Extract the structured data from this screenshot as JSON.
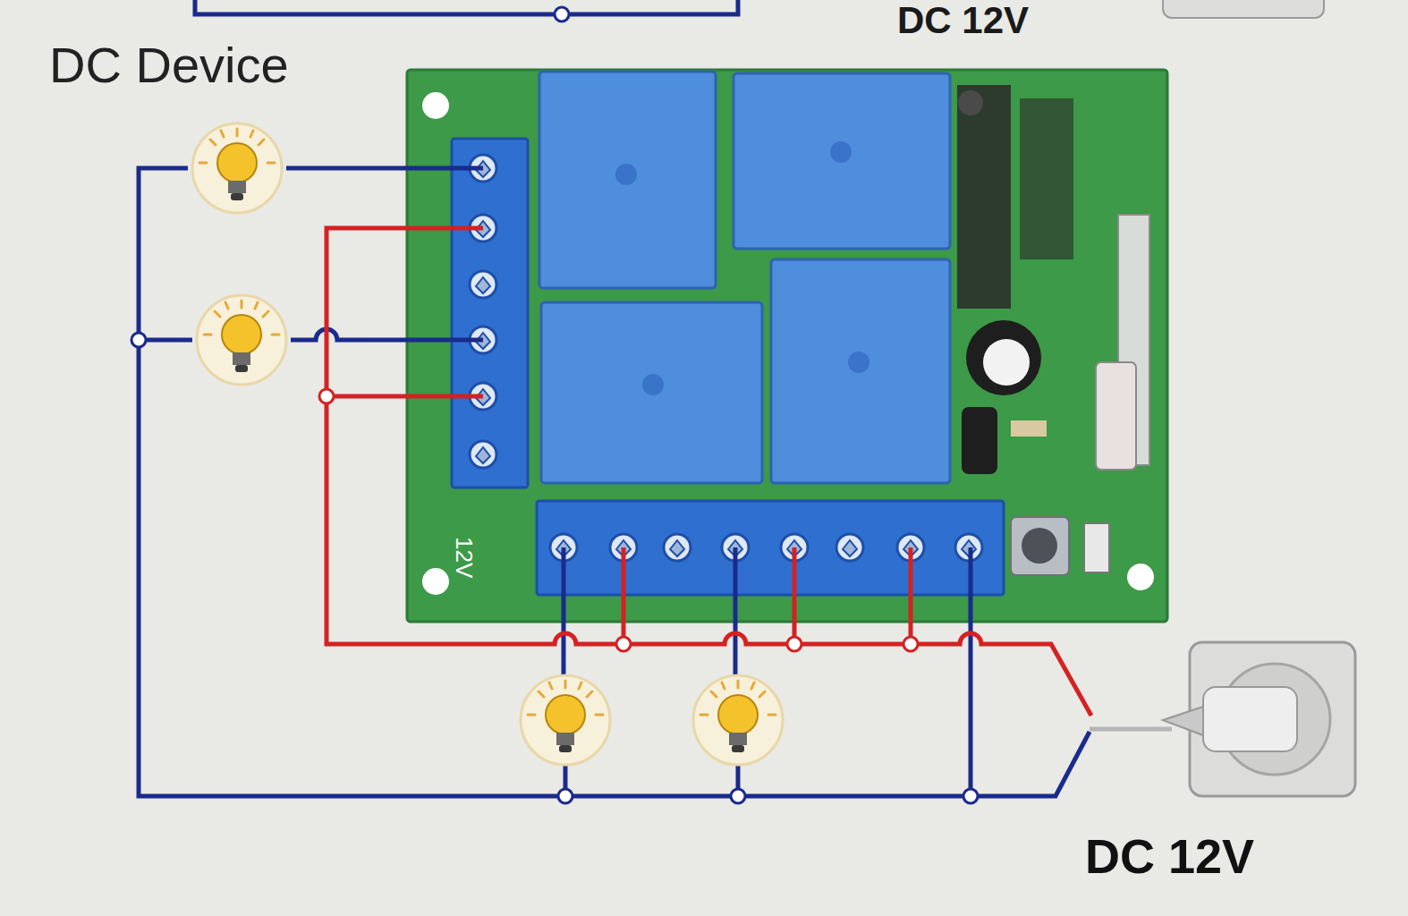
{
  "diagram": {
    "labels": [
      "DC 12V",
      "DC Device",
      "12V",
      "DC 12V"
    ]
  }
}
